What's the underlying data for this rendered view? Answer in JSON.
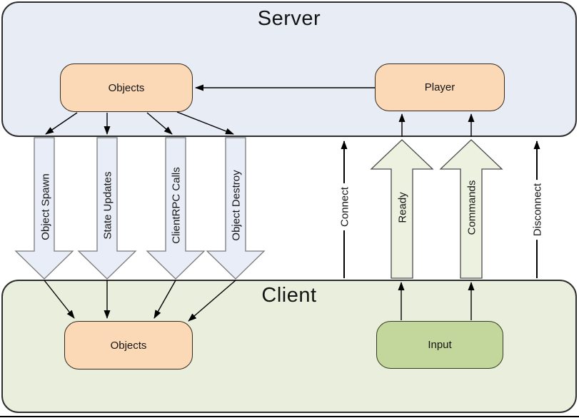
{
  "server": {
    "title": "Server",
    "objects_label": "Objects",
    "player_label": "Player"
  },
  "client": {
    "title": "Client",
    "objects_label": "Objects",
    "input_label": "Input"
  },
  "down_flows": [
    {
      "label": "Object Spawn"
    },
    {
      "label": "State Updates"
    },
    {
      "label": "ClientRPC Calls"
    },
    {
      "label": "Object Destroy"
    }
  ],
  "up_flows": [
    {
      "label": "Connect"
    },
    {
      "label": "Ready"
    },
    {
      "label": "Commands"
    },
    {
      "label": "Disconnect"
    }
  ],
  "colors": {
    "server_fill": "#e8ecf5",
    "client_fill": "#e9efdc",
    "node_fill": "#fbd9b7",
    "input_fill": "#c3d69b",
    "down_arrow_fill": "#e9edf7",
    "up_arrow_fill": "#edf2e0",
    "arrow_line": "#000000"
  }
}
